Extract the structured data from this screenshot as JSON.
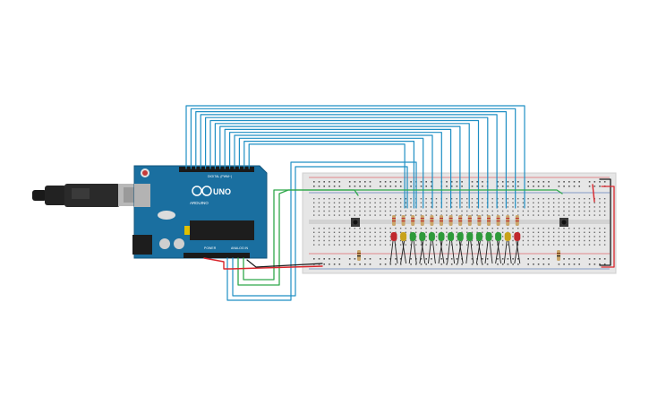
{
  "circuit": {
    "board": {
      "brand": "ARDUINO",
      "model": "UNO",
      "digital_label": "DIGITAL (PWM~)",
      "power_label": "POWER",
      "analog_label": "ANALOG IN",
      "color": "#1a6fa0"
    },
    "breadboard": {
      "color": "#e6e6e6"
    },
    "led_colors": [
      "red",
      "yellow",
      "green",
      "green",
      "green",
      "green",
      "green",
      "green",
      "green",
      "green",
      "green",
      "green",
      "yellow",
      "red"
    ],
    "wire_colors": {
      "signal": "#1f8fc4",
      "ground": "#2fa84a",
      "power": "#d9262c",
      "black": "#1a1a1a"
    }
  }
}
